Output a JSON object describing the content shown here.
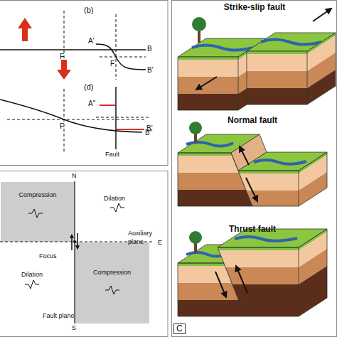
{
  "diagram": {
    "nodes": [
      {
        "text": [
          "Compression"
        ]
      },
      {
        "text": [
          "Compression"
        ]
      }
    ],
    "labels": [
      "(b)",
      "(d)",
      "F",
      "B",
      "A'",
      "F",
      "B'",
      "F",
      "B\"",
      "A\"",
      "B'",
      "Fault",
      "N",
      "Dilation",
      "Dilation",
      "Auxiliary plane",
      "E",
      "Focus",
      "Fault plane",
      "S",
      "Strike-slip fault",
      "Normal fault",
      "Thrust fault",
      "C"
    ]
  }
}
